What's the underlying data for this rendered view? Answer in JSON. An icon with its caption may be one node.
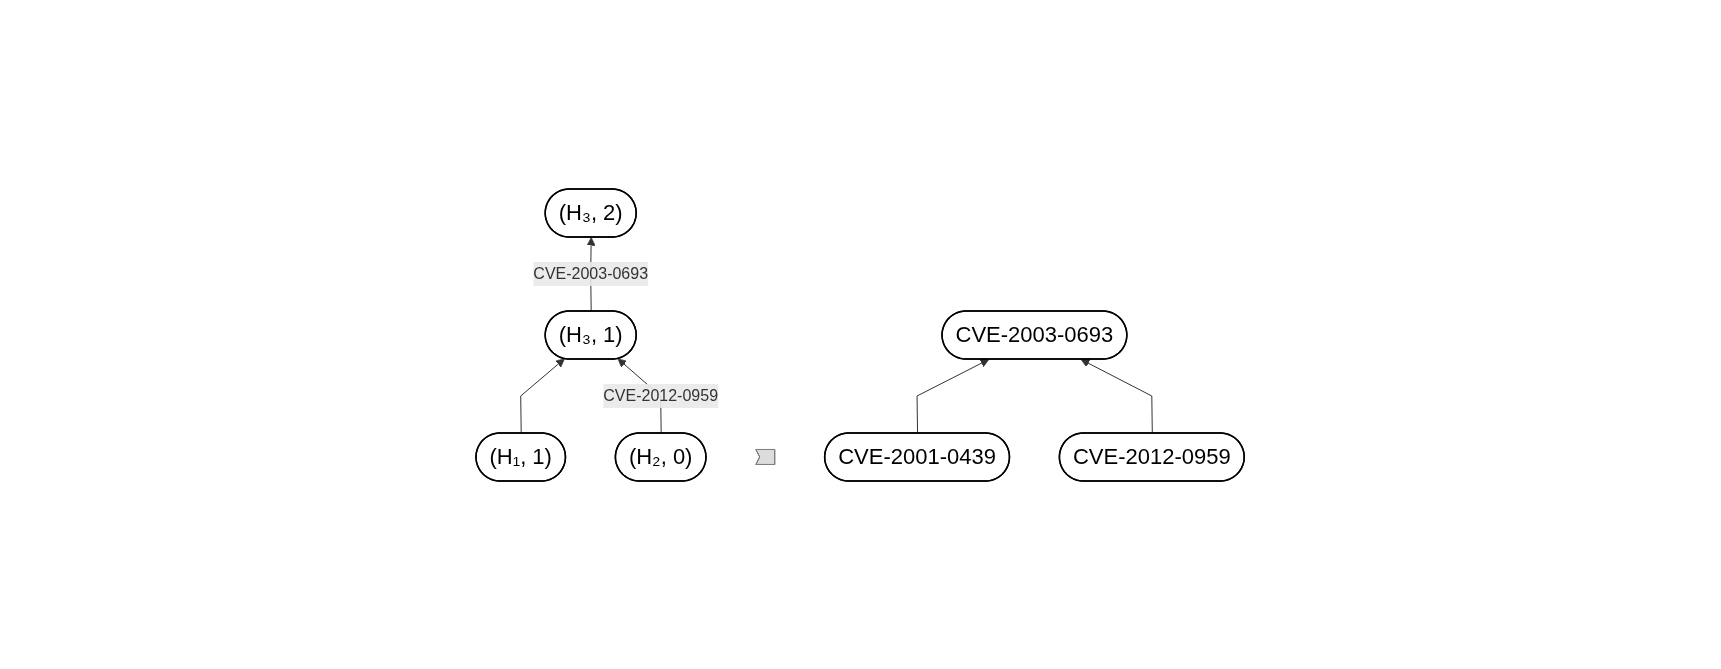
{
  "diagram": {
    "nodes": [
      {
        "text": [
          "(H₃, 2)"
        ]
      },
      {
        "text": [
          "(H₃, 1)"
        ]
      },
      {
        "text": [
          "(H₁, 1)"
        ]
      },
      {
        "text": [
          "(H₂, 0)"
        ]
      },
      {
        "text": [],
        "shape": "arrow"
      },
      {
        "text": [
          "CVE-2001-0439"
        ]
      },
      {
        "text": [
          "CVE-2012-0959"
        ]
      },
      {
        "text": [
          "CVE-2003-0693"
        ]
      }
    ],
    "edges": [
      {
        "from": 1,
        "to": 0,
        "arrow": "to",
        "label": "CVE-2003-0693"
      },
      {
        "from": 2,
        "to": 1,
        "arrow": "to"
      },
      {
        "from": 3,
        "to": 1,
        "arrow": "to",
        "label": "CVE-2012-0959"
      },
      {
        "from": 5,
        "to": 7,
        "arrow": "to"
      },
      {
        "from": 6,
        "to": 7,
        "arrow": "to"
      }
    ]
  }
}
